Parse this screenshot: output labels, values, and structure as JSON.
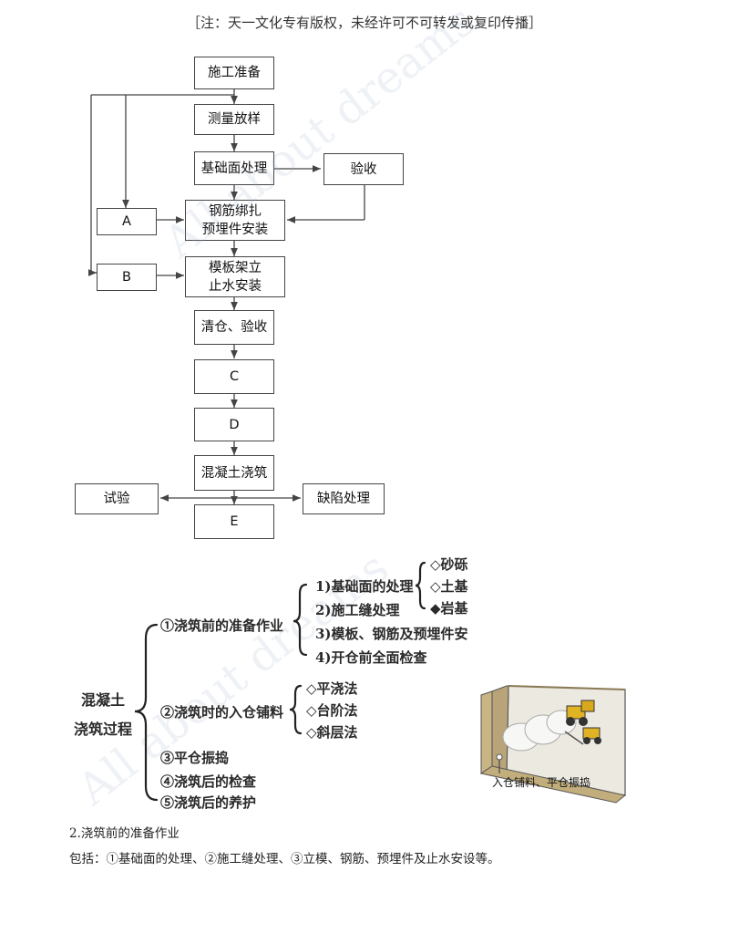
{
  "header_note": "［注：天一文化专有版权，未经许可不可转发或复印传播］",
  "watermark": "All about dreams",
  "flowchart": {
    "steps": {
      "construction_prep": "施工准备",
      "survey_layout": "测量放样",
      "foundation_treatment": "基础面处理",
      "acceptance": "验收",
      "rebar_line1": "钢筋绑扎",
      "rebar_line2": "预埋件安装",
      "formwork_line1": "模板架立",
      "formwork_line2": "止水安装",
      "cleaning_acceptance": "清仓、验收",
      "c": "C",
      "d": "D",
      "concrete_pouring": "混凝土浇筑",
      "test": "试验",
      "defect_treatment": "缺陷处理",
      "e": "E"
    },
    "side_boxes": {
      "a": "A",
      "b": "B"
    }
  },
  "tree": {
    "root_line1": "混凝土",
    "root_line2": "浇筑过程",
    "branch1": {
      "label": "①浇筑前的准备作业",
      "items": [
        "1)基础面的处理",
        "2)施工缝处理",
        "3)模板、钢筋及预埋件安",
        "4)开仓前全面检查"
      ],
      "sub_items": [
        "◇砂砾",
        "◇土基",
        "◆岩基"
      ]
    },
    "branch2": {
      "label": "②浇筑时的入仓铺料",
      "items": [
        "◇平浇法",
        "◇台阶法",
        "◇斜层法"
      ]
    },
    "branch3": "③平仓振捣",
    "branch4": "④浇筑后的检查",
    "branch5": "⑤浇筑后的养护"
  },
  "illustration_caption": "入仓铺料、平仓振捣",
  "section": {
    "heading": "2.浇筑前的准备作业",
    "body": "包括：①基础面的处理、②施工缝处理、③立模、钢筋、预埋件及止水安设等。"
  }
}
